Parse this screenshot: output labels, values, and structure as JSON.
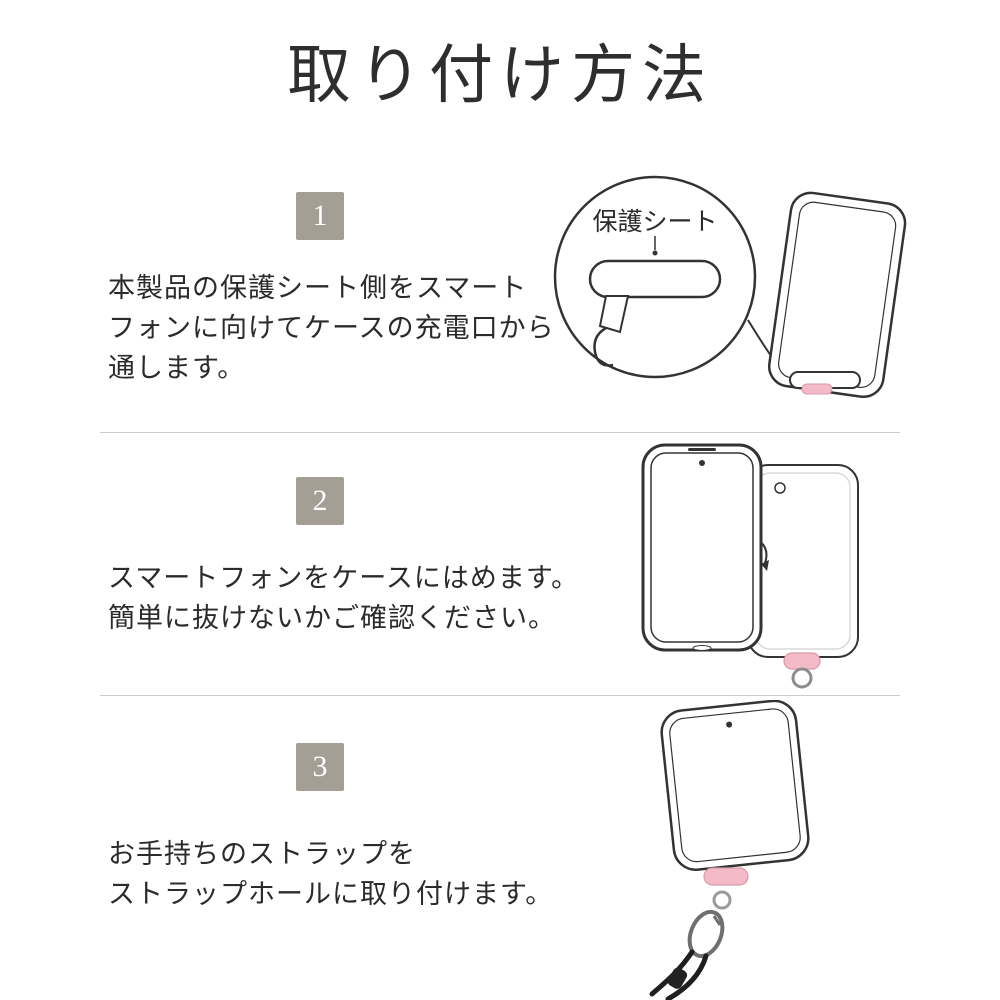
{
  "title": "取り付け方法",
  "callout": {
    "label": "保護シート"
  },
  "steps": [
    {
      "number": "1",
      "text_lines": [
        "本製品の保護シート側をスマート",
        "フォンに向けてケースの充電口から",
        "通します。"
      ]
    },
    {
      "number": "2",
      "text_lines": [
        "スマートフォンをケースにはめます。",
        "簡単に抜けないかご確認ください。"
      ]
    },
    {
      "number": "3",
      "text_lines": [
        "お手持ちのストラップを",
        "ストラップホールに取り付けます。"
      ]
    }
  ],
  "colors": {
    "badge_bg": "#a59e95",
    "badge_text": "#ffffff",
    "accent_pink": "#f4bac7",
    "outline": "#333333",
    "divider": "#cccccc",
    "strap_dark": "#1f1f1f"
  }
}
